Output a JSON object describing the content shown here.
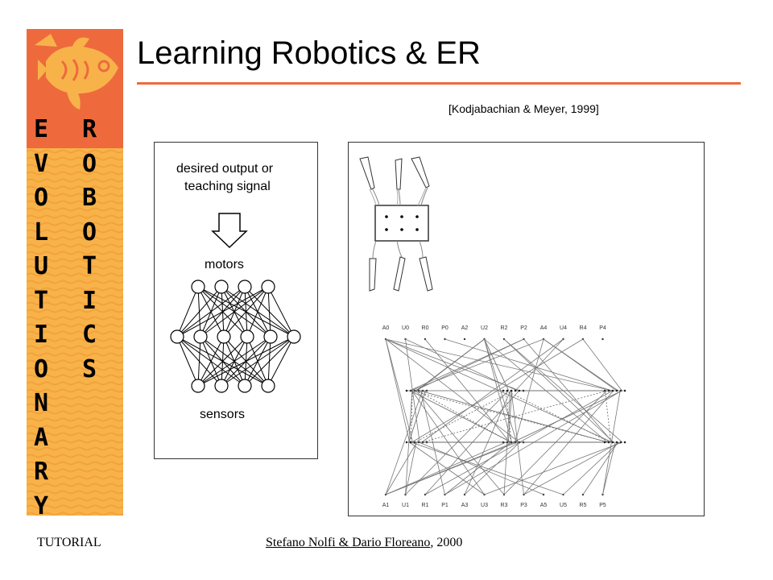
{
  "slide": {
    "title": "Learning Robotics & ER",
    "citation": "[Kodjabachian & Meyer, 1999]"
  },
  "sidebar": {
    "left_column": [
      "E",
      "V",
      "O",
      "L",
      "U",
      "T",
      "I",
      "O",
      "N",
      "A",
      "R",
      "Y"
    ],
    "right_column": [
      "R",
      "O",
      "B",
      "O",
      "T",
      "I",
      "C",
      "S"
    ],
    "colors": {
      "top": "#ee6a3d",
      "body": "#f7b34a"
    }
  },
  "left_panel": {
    "teaching_line1": "desired output or",
    "teaching_line2": "teaching signal",
    "motors_label": "motors",
    "sensors_label": "sensors"
  },
  "right_panel": {
    "top_labels": [
      "A0",
      "U0",
      "R0",
      "P0",
      "A2",
      "U2",
      "R2",
      "P2",
      "A4",
      "U4",
      "R4",
      "P4"
    ],
    "bottom_labels": [
      "A1",
      "U1",
      "R1",
      "P1",
      "A3",
      "U3",
      "R3",
      "P3",
      "A5",
      "U5",
      "R5",
      "P5"
    ]
  },
  "footer": {
    "left": "TUTORIAL",
    "authors": "Stefano Nolfi & Dario Floreano",
    "year": ", 2000"
  }
}
